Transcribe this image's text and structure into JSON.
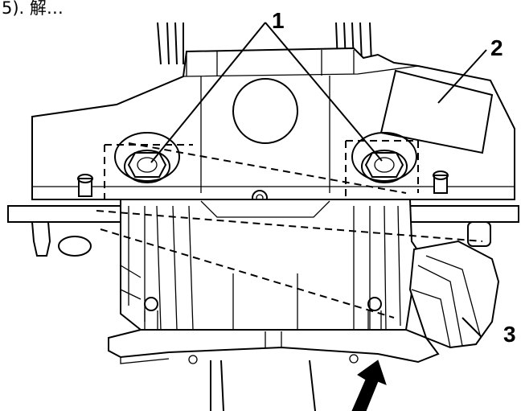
{
  "caption": "5). 解…",
  "callouts": {
    "one": "1",
    "two": "2",
    "three": "3"
  }
}
